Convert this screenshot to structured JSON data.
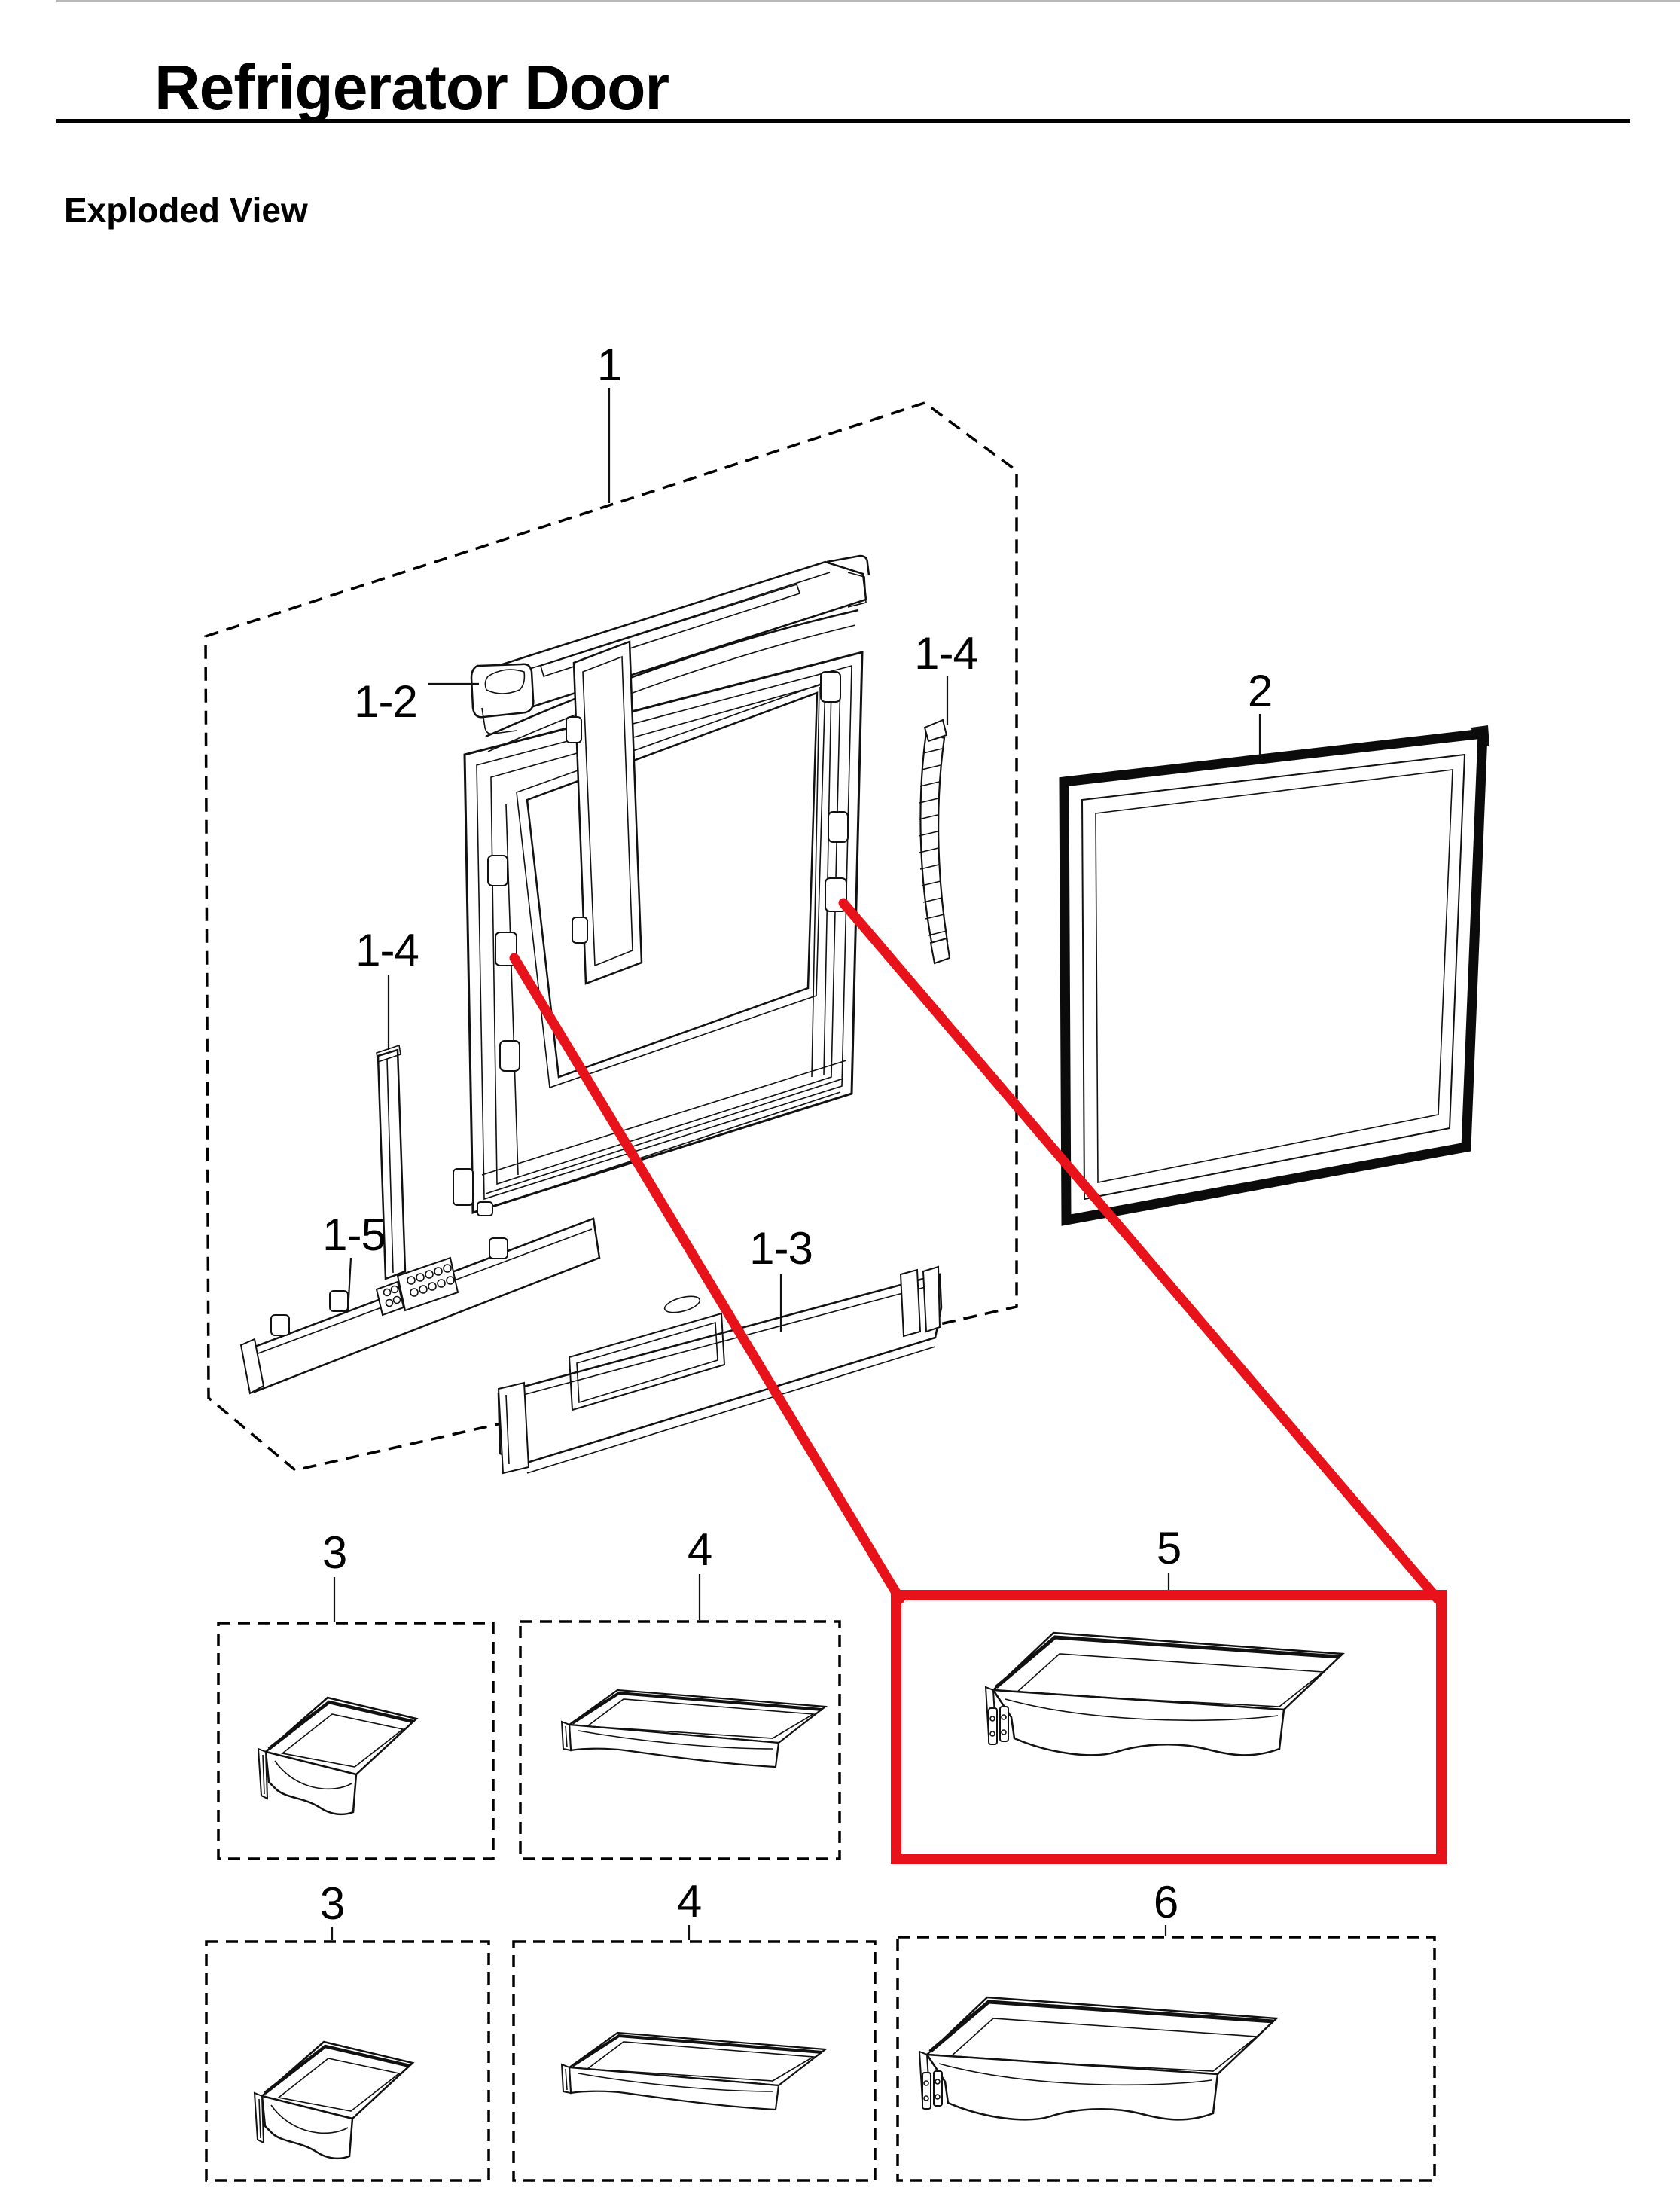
{
  "page": {
    "title": "Refrigerator Door",
    "subtitle": "Exploded View"
  },
  "colors": {
    "highlight_red": "#e8121a",
    "line_black": "#111111"
  },
  "parts": {
    "door_assembly": {
      "label": "1"
    },
    "top_rail": {
      "label": "1-2"
    },
    "side_trim_left": {
      "label": "1-4"
    },
    "side_trim_right": {
      "label": "1-4"
    },
    "bottom_cover": {
      "label": "1-5"
    },
    "bottom_rail": {
      "label": "1-3"
    },
    "door_gasket": {
      "label": "2"
    },
    "row1": [
      {
        "label": "3",
        "highlighted": false
      },
      {
        "label": "4",
        "highlighted": false
      },
      {
        "label": "5",
        "highlighted": true
      }
    ],
    "row2": [
      {
        "label": "3",
        "highlighted": false
      },
      {
        "label": "4",
        "highlighted": false
      },
      {
        "label": "6",
        "highlighted": false
      }
    ]
  }
}
